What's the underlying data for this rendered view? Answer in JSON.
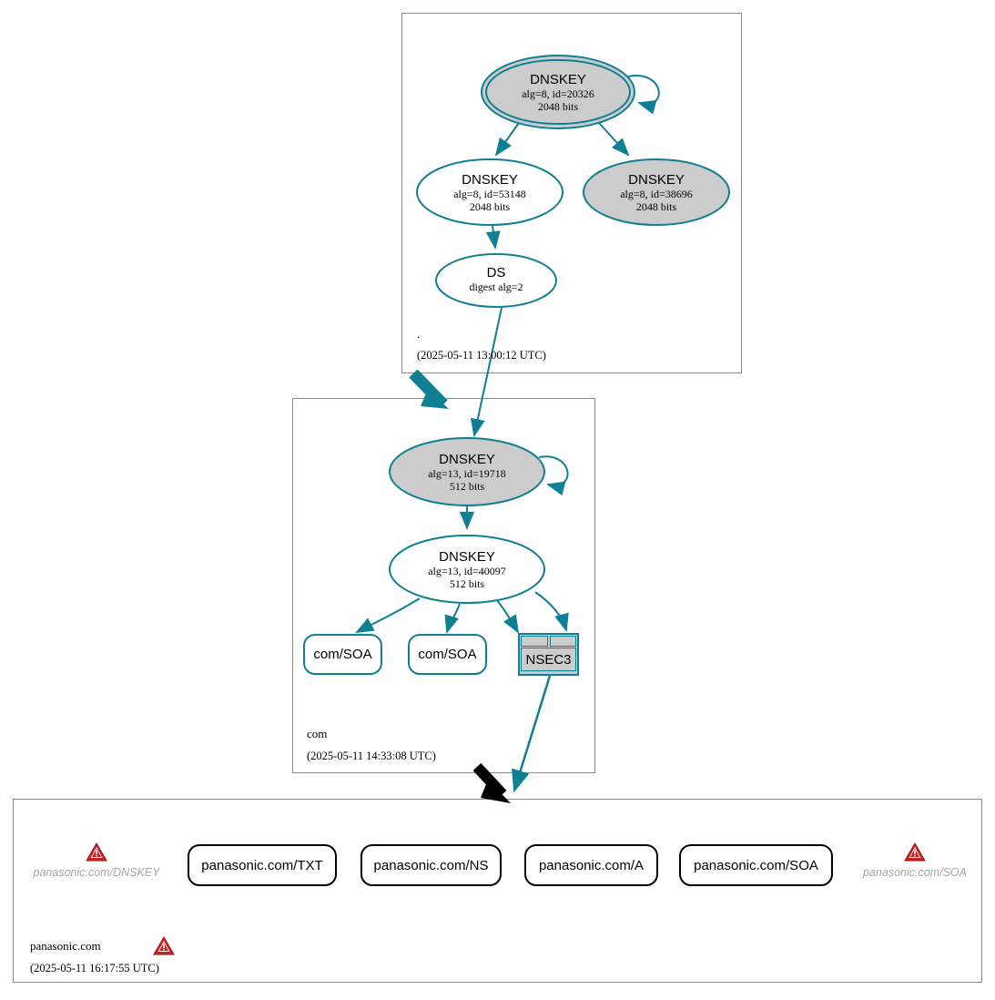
{
  "diagram": {
    "type": "dnssec-authentication-chain",
    "accent_color": "#0f7f93",
    "shaded_fill": "#cccccc",
    "error_color": "#cc2222",
    "muted_text_color": "#a8a8a8"
  },
  "zones": [
    {
      "id": "root",
      "name": ".",
      "timestamp": "(2025-05-11 13:00:12 UTC)",
      "nodes": [
        {
          "id": "root-ksk",
          "kind": "DNSKEY",
          "title": "DNSKEY",
          "line2": "alg=8, id=20326",
          "line3": "2048 bits",
          "shape": "doubleellipse",
          "shaded": true,
          "self_signed": true
        },
        {
          "id": "root-zsk",
          "kind": "DNSKEY",
          "title": "DNSKEY",
          "line2": "alg=8, id=53148",
          "line3": "2048 bits",
          "shape": "ellipse",
          "shaded": false,
          "self_signed": false
        },
        {
          "id": "root-key3",
          "kind": "DNSKEY",
          "title": "DNSKEY",
          "line2": "alg=8, id=38696",
          "line3": "2048 bits",
          "shape": "ellipse",
          "shaded": true,
          "self_signed": false
        },
        {
          "id": "root-ds",
          "kind": "DS",
          "title": "DS",
          "line2": "digest alg=2",
          "line3": "",
          "shape": "ellipse",
          "shaded": false,
          "self_signed": false
        }
      ]
    },
    {
      "id": "com",
      "name": "com",
      "timestamp": "(2025-05-11 14:33:08 UTC)",
      "nodes": [
        {
          "id": "com-ksk",
          "kind": "DNSKEY",
          "title": "DNSKEY",
          "line2": "alg=13, id=19718",
          "line3": "512 bits",
          "shape": "ellipse",
          "shaded": true,
          "self_signed": true
        },
        {
          "id": "com-zsk",
          "kind": "DNSKEY",
          "title": "DNSKEY",
          "line2": "alg=13, id=40097",
          "line3": "512 bits",
          "shape": "ellipse",
          "shaded": false,
          "self_signed": false
        }
      ],
      "rrsets": [
        {
          "id": "com-soa-1",
          "label": "com/SOA",
          "style": "teal"
        },
        {
          "id": "com-soa-2",
          "label": "com/SOA",
          "style": "teal"
        }
      ],
      "nsec": {
        "id": "com-nsec3",
        "label": "NSEC3",
        "cells": [
          "",
          ""
        ]
      }
    },
    {
      "id": "panasonic",
      "name": "panasonic.com",
      "timestamp": "(2025-05-11 16:17:55 UTC)",
      "has_warning": true,
      "rrsets": [
        {
          "id": "pan-dnskey",
          "label": "panasonic.com/DNSKEY",
          "style": "error",
          "warning": true
        },
        {
          "id": "pan-txt",
          "label": "panasonic.com/TXT",
          "style": "black",
          "warning": false
        },
        {
          "id": "pan-ns",
          "label": "panasonic.com/NS",
          "style": "black",
          "warning": false
        },
        {
          "id": "pan-a",
          "label": "panasonic.com/A",
          "style": "black",
          "warning": false
        },
        {
          "id": "pan-soa",
          "label": "panasonic.com/SOA",
          "style": "black",
          "warning": false
        },
        {
          "id": "pan-soa-err",
          "label": "panasonic.com/SOA",
          "style": "error",
          "warning": true
        }
      ]
    }
  ],
  "edges": [
    {
      "from": "root-ksk",
      "to": "root-ksk",
      "kind": "self-sign"
    },
    {
      "from": "root-ksk",
      "to": "root-zsk",
      "kind": "sign"
    },
    {
      "from": "root-ksk",
      "to": "root-key3",
      "kind": "sign"
    },
    {
      "from": "root-zsk",
      "to": "root-ds",
      "kind": "sign"
    },
    {
      "from": "root-ds",
      "to": "com-ksk",
      "kind": "delegation-secure"
    },
    {
      "from": "root",
      "to": "com",
      "kind": "zone-delegation"
    },
    {
      "from": "com-ksk",
      "to": "com-ksk",
      "kind": "self-sign"
    },
    {
      "from": "com-ksk",
      "to": "com-zsk",
      "kind": "sign"
    },
    {
      "from": "com-zsk",
      "to": "com-soa-1",
      "kind": "sign"
    },
    {
      "from": "com-zsk",
      "to": "com-soa-2",
      "kind": "sign"
    },
    {
      "from": "com-zsk",
      "to": "com-nsec3",
      "kind": "sign"
    },
    {
      "from": "com-zsk",
      "to": "com-nsec3",
      "kind": "sign"
    },
    {
      "from": "com-nsec3",
      "to": "panasonic",
      "kind": "delegation-insecure"
    },
    {
      "from": "com",
      "to": "panasonic",
      "kind": "zone-delegation-insecure"
    }
  ]
}
